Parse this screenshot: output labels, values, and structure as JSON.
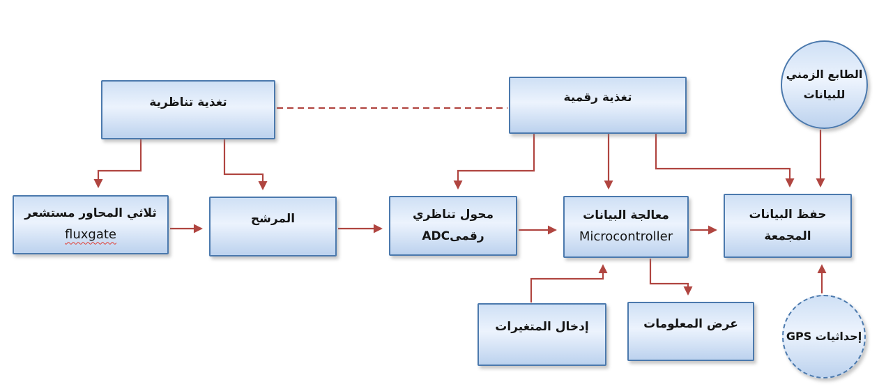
{
  "diagram": {
    "title_hint": "data-acquisition flowchart (Arabic)",
    "colors": {
      "arrow": "#b04540",
      "node_border": "#4b79ad",
      "node_fill_light": "#ecf3fd",
      "node_fill_dark": "#bcd2ee",
      "text": "#151515",
      "spellcheck_underline": "#e03c31"
    },
    "nodes": {
      "analog_feed": {
        "label": "تغذية تناظرية"
      },
      "digital_feed": {
        "label": "تغذية رقمية"
      },
      "timestamp": {
        "line1": "الطابع الزمني",
        "line2": "للبيانات"
      },
      "sensor": {
        "line1": "ثلاثي المحاور مستشعر",
        "line2": "fluxgate"
      },
      "filter": {
        "label": "المرشح"
      },
      "adc": {
        "line1": "محول تناظري",
        "line2": "رقمىADC"
      },
      "processing": {
        "line1": "معالجة البيانات",
        "line2": "Microcontroller"
      },
      "storage": {
        "line1": "حفظ البيانات",
        "line2": "المجمعة"
      },
      "variables_input": {
        "label": "إدخال المتغيرات"
      },
      "info_display": {
        "label": "عرض المعلومات"
      },
      "gps": {
        "label": "إحداثيات  GPS"
      }
    }
  }
}
